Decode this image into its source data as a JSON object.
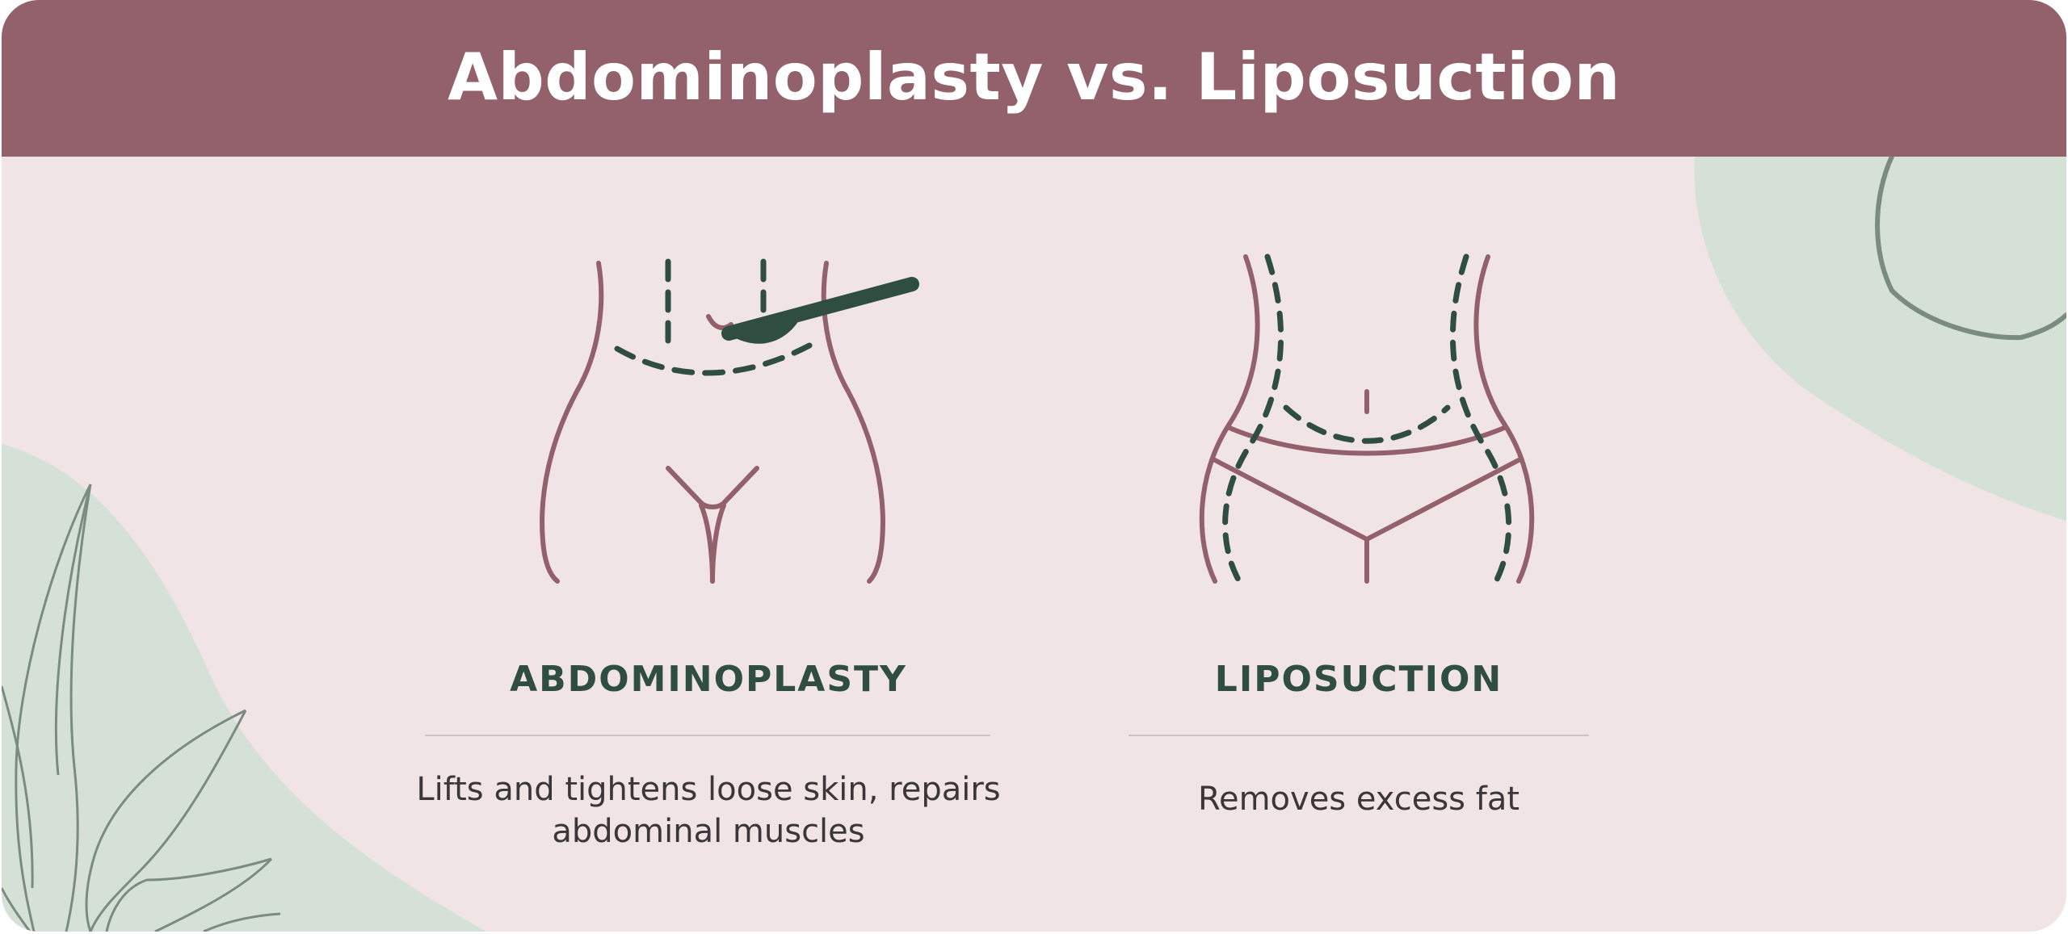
{
  "header": {
    "title": "Abdominoplasty vs. Liposuction"
  },
  "procedures": [
    {
      "label": "ABDOMINOPLASTY",
      "description": "Lifts and tightens loose skin, repairs abdominal muscles",
      "icon": "abdominoplasty-icon"
    },
    {
      "label": "LIPOSUCTION",
      "description": "Removes excess fat",
      "icon": "liposuction-icon"
    }
  ],
  "colors": {
    "header": "#93616b",
    "background": "#f0e4e5",
    "accent_green": "#2f4d41",
    "body_outline": "#93616b",
    "blob": "#d5e1d7"
  }
}
